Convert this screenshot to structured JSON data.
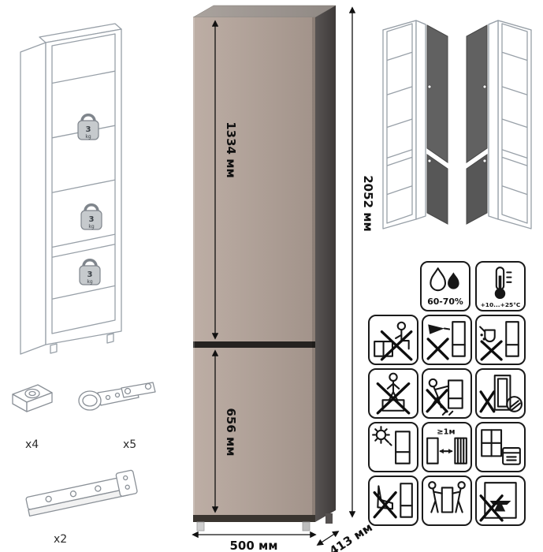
{
  "dims": {
    "upper_door": "1334 мм",
    "lower_door": "656 мм",
    "height": "2052 мм",
    "width": "500 мм",
    "depth": "413 мм"
  },
  "shelf_weight": {
    "value": "3",
    "unit": "kg"
  },
  "hardware": {
    "foot": "x4",
    "hinge": "x5",
    "plinth": "x2"
  },
  "care": {
    "humidity": "60-70%",
    "temperature": "+10...+25°C",
    "radiator_distance": "≥1м"
  },
  "colors": {
    "front": "#b0a198",
    "top_face": "#9d9792",
    "side_face": "#4b4847",
    "door_gap": "#252220",
    "sketch_line": "#98a0a8"
  }
}
